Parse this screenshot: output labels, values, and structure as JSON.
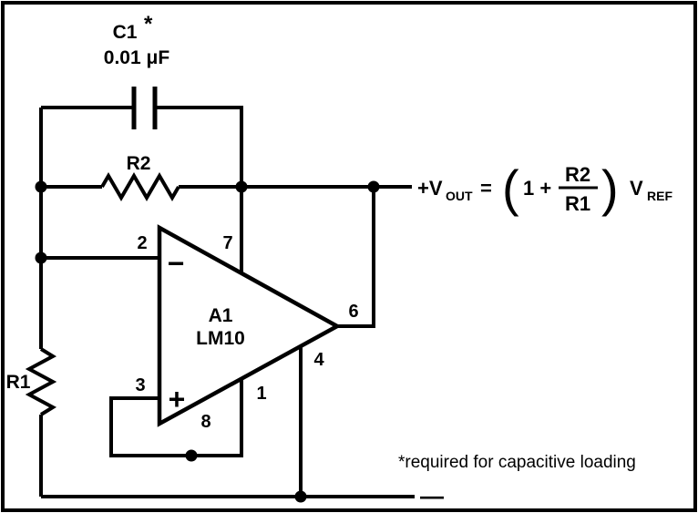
{
  "diagram": {
    "capacitor": {
      "label": "C1",
      "star": "*",
      "value": "0.01 μF"
    },
    "r2_label": "R2",
    "r1_label": "R1",
    "opamp": {
      "designator": "A1",
      "part": "LM10",
      "minus_sign": "−",
      "plus_sign": "+",
      "pin_inverting": "2",
      "pin_vplus": "7",
      "pin_output": "6",
      "pin_vminus": "4",
      "pin_noninverting": "3",
      "pin_balance": "1",
      "pin_reference": "8"
    },
    "formula": {
      "vout": "+V",
      "vout_sub": "OUT",
      "equals": "=",
      "paren_open": "(",
      "one_plus": "1 +",
      "frac_num": "R2",
      "frac_den": "R1",
      "paren_close": ")",
      "vref": "V",
      "vref_sub": "REF"
    },
    "note": "*required for capacitive loading",
    "negative_terminal": "—"
  }
}
